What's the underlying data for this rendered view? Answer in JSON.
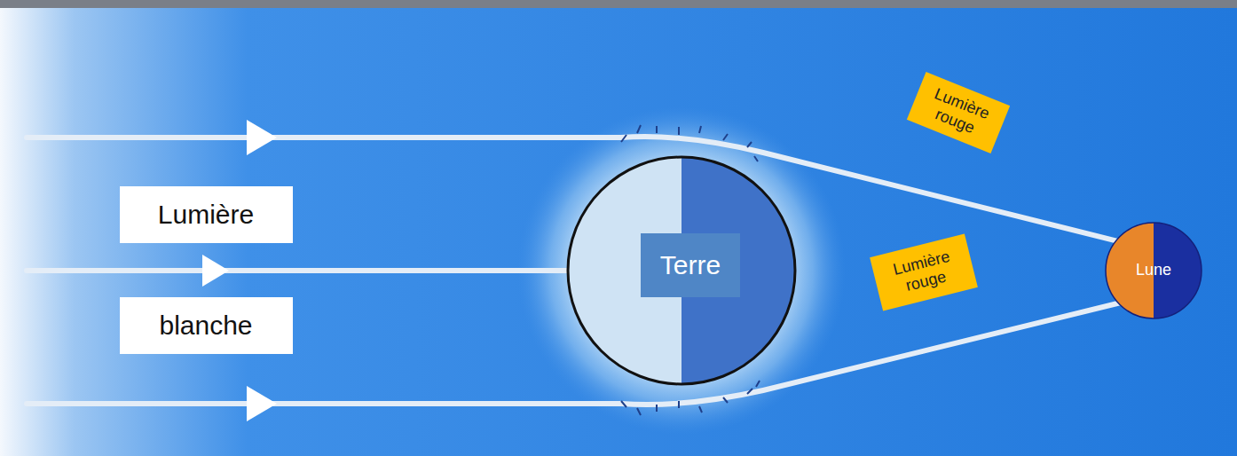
{
  "diagram": {
    "nodes": [
      {
        "text": [
          "Lumière"
        ]
      },
      {
        "text": [
          "blanche"
        ]
      },
      {
        "text": [
          "Terre"
        ]
      },
      {
        "text": [
          "Lumière rouge"
        ]
      },
      {
        "text": [
          "Lumière rouge"
        ]
      },
      {
        "text": [
          "Lune"
        ]
      }
    ]
  }
}
